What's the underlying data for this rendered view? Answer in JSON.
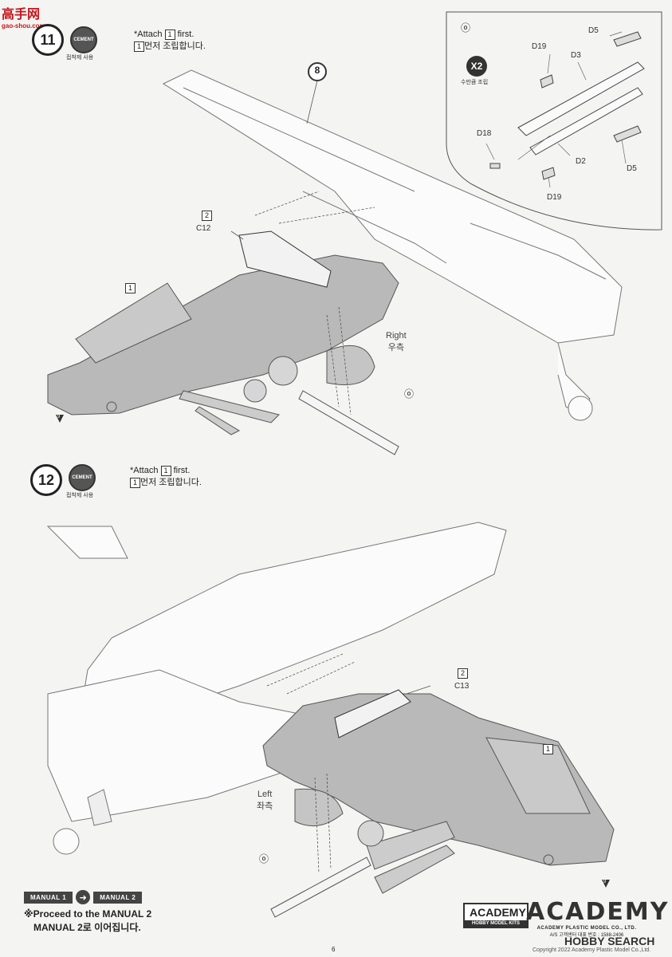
{
  "watermark": {
    "top": "高手网",
    "sub": "gao-shou.com"
  },
  "step11": {
    "number": "11",
    "cement": "CEMENT",
    "cement_kr": "접착제 사용",
    "note_en_prefix": "*Attach",
    "note_en_part": "1",
    "note_en_suffix": "first.",
    "note_kr_part": "1",
    "note_kr_suffix": "먼저 조립합니다.",
    "ref_circle": "8",
    "part2_box": "2",
    "part2_label": "C12",
    "part1_box": "1",
    "side_en": "Right",
    "side_kr": "우측",
    "small_circle": "ⓞ",
    "arrow_marker": "9"
  },
  "inset": {
    "circle": "ⓞ",
    "x2": "X2",
    "x2_kr": "수만큼 조립",
    "labels": {
      "d5_top": "D5",
      "d19_top": "D19",
      "d3": "D3",
      "d18": "D18",
      "d2": "D2",
      "d5_bot": "D5",
      "d19_bot": "D19"
    }
  },
  "step12": {
    "number": "12",
    "cement": "CEMENT",
    "cement_kr": "접착제 사용",
    "note_en_prefix": "*Attach",
    "note_en_part": "1",
    "note_en_suffix": "first.",
    "note_kr_part": "1",
    "note_kr_suffix": "먼저 조립합니다.",
    "part2_box": "2",
    "part2_label": "C13",
    "part1_box": "1",
    "side_en": "Left",
    "side_kr": "좌측",
    "small_circle": "ⓞ",
    "arrow_marker": "9"
  },
  "footer": {
    "manual1": "MANUAL 1",
    "manual2": "MANUAL 2",
    "proceed_en": "※Proceed to the MANUAL 2",
    "proceed_kr": "MANUAL 2로 이어집니다.",
    "badge_top": "ACADEMY",
    "badge_sub": "HOBBY MODEL KITS",
    "logo": "ACADEMY",
    "logo_sub": "ACADEMY PLASTIC MODEL CO., LTD.",
    "as_line": "A/S 고객센터 대표 번호 : 1588-2406",
    "page_no": "6",
    "copyright": "Copyright 2022 Academy Plastic Model Co.,Ltd.",
    "hobbysearch": "HOBBY SEARCH"
  }
}
